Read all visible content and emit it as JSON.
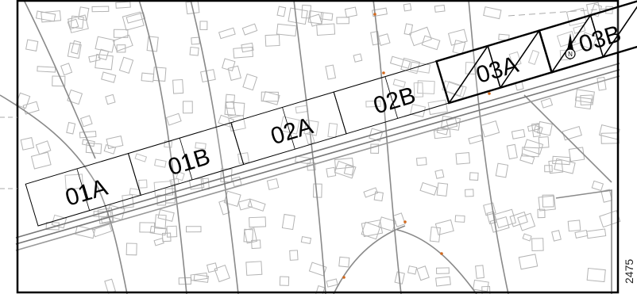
{
  "map": {
    "sheets": [
      {
        "label": "01A",
        "hatched": false
      },
      {
        "label": "01B",
        "hatched": false
      },
      {
        "label": "02A",
        "hatched": false
      },
      {
        "label": "02B",
        "hatched": false
      },
      {
        "label": "03A",
        "hatched": true
      },
      {
        "label": "03B",
        "hatched": true
      }
    ],
    "corner_number": "2475",
    "north_arrow_label": "N",
    "colors": {
      "background": "#ffffff",
      "streets": "#8a8a8a",
      "blocks": "#b4b4b4",
      "sheet_outline": "#000000",
      "frame": "#000000",
      "markers": "#d2691e"
    }
  }
}
